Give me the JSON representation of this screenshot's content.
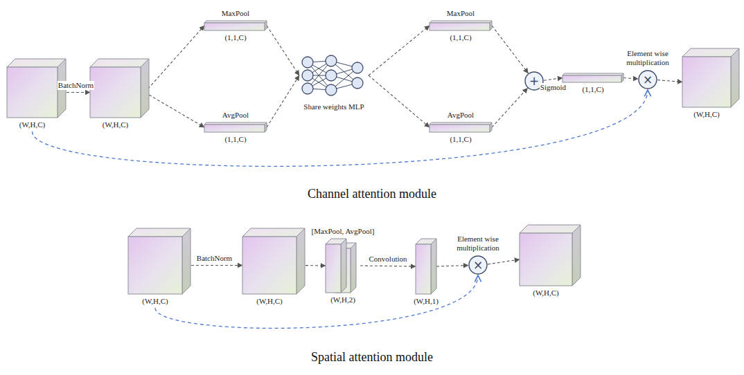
{
  "diagram": {
    "nodes": [
      {
        "text": [
          "(W,H,C)"
        ]
      },
      {
        "text": [
          "(W,H,C)"
        ]
      },
      {
        "text": [
          "MaxPool",
          "(1,1,C)"
        ]
      },
      {
        "text": [
          "AvgPool",
          "(1,1,C)"
        ]
      },
      {
        "text": [
          "Share weights MLP"
        ]
      },
      {
        "text": [
          "MaxPool",
          "(1,1,C)"
        ]
      },
      {
        "text": [
          "AvgPool",
          "(1,1,C)"
        ]
      },
      {
        "text": [
          "+"
        ]
      },
      {
        "text": [
          "(1,1,C)"
        ]
      },
      {
        "text": [
          "Element wise multiplication",
          "×"
        ]
      },
      {
        "text": [
          "(W,H,C)"
        ]
      },
      {
        "text": [
          "(W,H,C)"
        ]
      },
      {
        "text": [
          "(W,H,C)"
        ]
      },
      {
        "text": [
          "[MaxPool, AvgPool]",
          "(W,H,2)"
        ]
      },
      {
        "text": [
          "(W,H,1)"
        ]
      },
      {
        "text": [
          "Element wise multiplication",
          "×"
        ]
      },
      {
        "text": [
          "(W,H,C)"
        ]
      }
    ],
    "edges": [
      {
        "from": 0,
        "to": 1,
        "label": "BatchNorm",
        "arrow": "to"
      },
      {
        "from": 1,
        "to": 2,
        "arrow": "to"
      },
      {
        "from": 1,
        "to": 3,
        "arrow": "to"
      },
      {
        "from": 2,
        "to": 4,
        "arrow": "to"
      },
      {
        "from": 3,
        "to": 4,
        "arrow": "to"
      },
      {
        "from": 4,
        "to": 5,
        "arrow": "to"
      },
      {
        "from": 4,
        "to": 6,
        "arrow": "to"
      },
      {
        "from": 5,
        "to": 7,
        "arrow": "to"
      },
      {
        "from": 6,
        "to": 7,
        "arrow": "to"
      },
      {
        "from": 7,
        "to": 8,
        "label": "Sigmoid",
        "arrow": "to"
      },
      {
        "from": 8,
        "to": 9,
        "arrow": "to"
      },
      {
        "from": 9,
        "to": 10,
        "arrow": "to"
      },
      {
        "from": 0,
        "to": 9,
        "arrow": "to"
      },
      {
        "from": 11,
        "to": 12,
        "label": "BatchNorm",
        "arrow": "to"
      },
      {
        "from": 12,
        "to": 13,
        "arrow": "to"
      },
      {
        "from": 13,
        "to": 14,
        "label": "Convolution",
        "arrow": "to"
      },
      {
        "from": 14,
        "to": 15,
        "arrow": "to"
      },
      {
        "from": 15,
        "to": 16,
        "arrow": "to"
      },
      {
        "from": 11,
        "to": 15,
        "arrow": "to"
      }
    ],
    "labels": [
      "Channel attention module",
      "Spatial attention module"
    ]
  }
}
